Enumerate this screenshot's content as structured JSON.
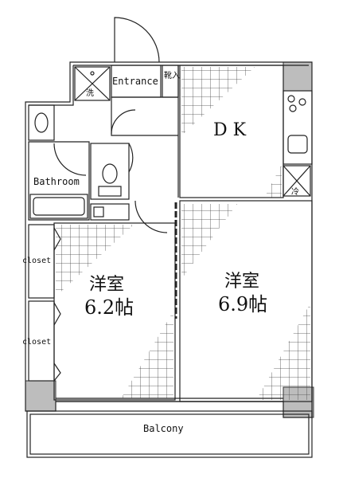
{
  "rooms": {
    "dk": {
      "label": "D K"
    },
    "western_a": {
      "label": "洋室",
      "size": "6.2帖"
    },
    "western_b": {
      "label": "洋室",
      "size": "6.9帖"
    },
    "bathroom": {
      "label": "Bathroom"
    },
    "entrance": {
      "label": "Entrance"
    },
    "balcony": {
      "label": "Balcony"
    },
    "closet_upper": {
      "label": "closet"
    },
    "closet_lower": {
      "label": "closet"
    }
  },
  "fixtures": {
    "shoe_rack": "靴入",
    "washer_symbol": "洗",
    "fridge_symbol": "冷"
  },
  "colors": {
    "wall": "#bdbdbd",
    "line": "#222222",
    "background": "#ffffff"
  }
}
